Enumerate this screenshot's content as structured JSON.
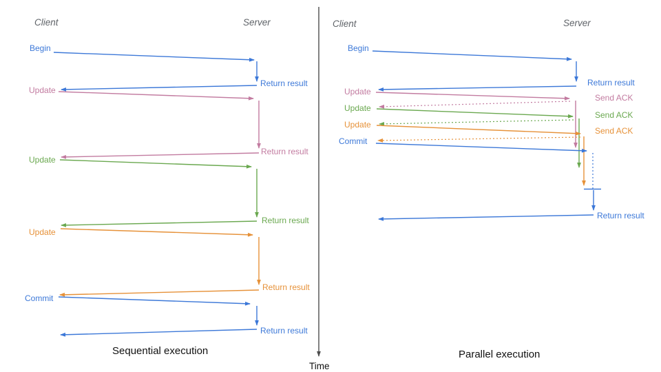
{
  "colors": {
    "blue": "#3c78d8",
    "pink": "#c27ba0",
    "green": "#6aa84f",
    "orange": "#e69138",
    "header": "#5f6368",
    "caption": "#111111",
    "axis": "#4d4d4d"
  },
  "sequential": {
    "caption": "Sequential execution",
    "headers": {
      "client": "Client",
      "server": "Server"
    },
    "requests": [
      {
        "label": "Begin",
        "color": "blue",
        "response": "Return result"
      },
      {
        "label": "Update",
        "color": "pink",
        "response": "Return result"
      },
      {
        "label": "Update",
        "color": "green",
        "response": "Return result"
      },
      {
        "label": "Update",
        "color": "orange",
        "response": "Return result"
      },
      {
        "label": "Commit",
        "color": "blue",
        "response": "Return result"
      }
    ]
  },
  "parallel": {
    "caption": "Parallel execution",
    "headers": {
      "client": "Client",
      "server": "Server"
    },
    "requests": [
      {
        "label": "Begin",
        "color": "blue",
        "response": "Return result"
      },
      {
        "label": "Update",
        "color": "pink",
        "response": "Send ACK"
      },
      {
        "label": "Update",
        "color": "green",
        "response": "Send ACK"
      },
      {
        "label": "Update",
        "color": "orange",
        "response": "Send ACK"
      },
      {
        "label": "Commit",
        "color": "blue",
        "response": "Return result"
      }
    ]
  },
  "time_axis": {
    "label": "Time"
  }
}
